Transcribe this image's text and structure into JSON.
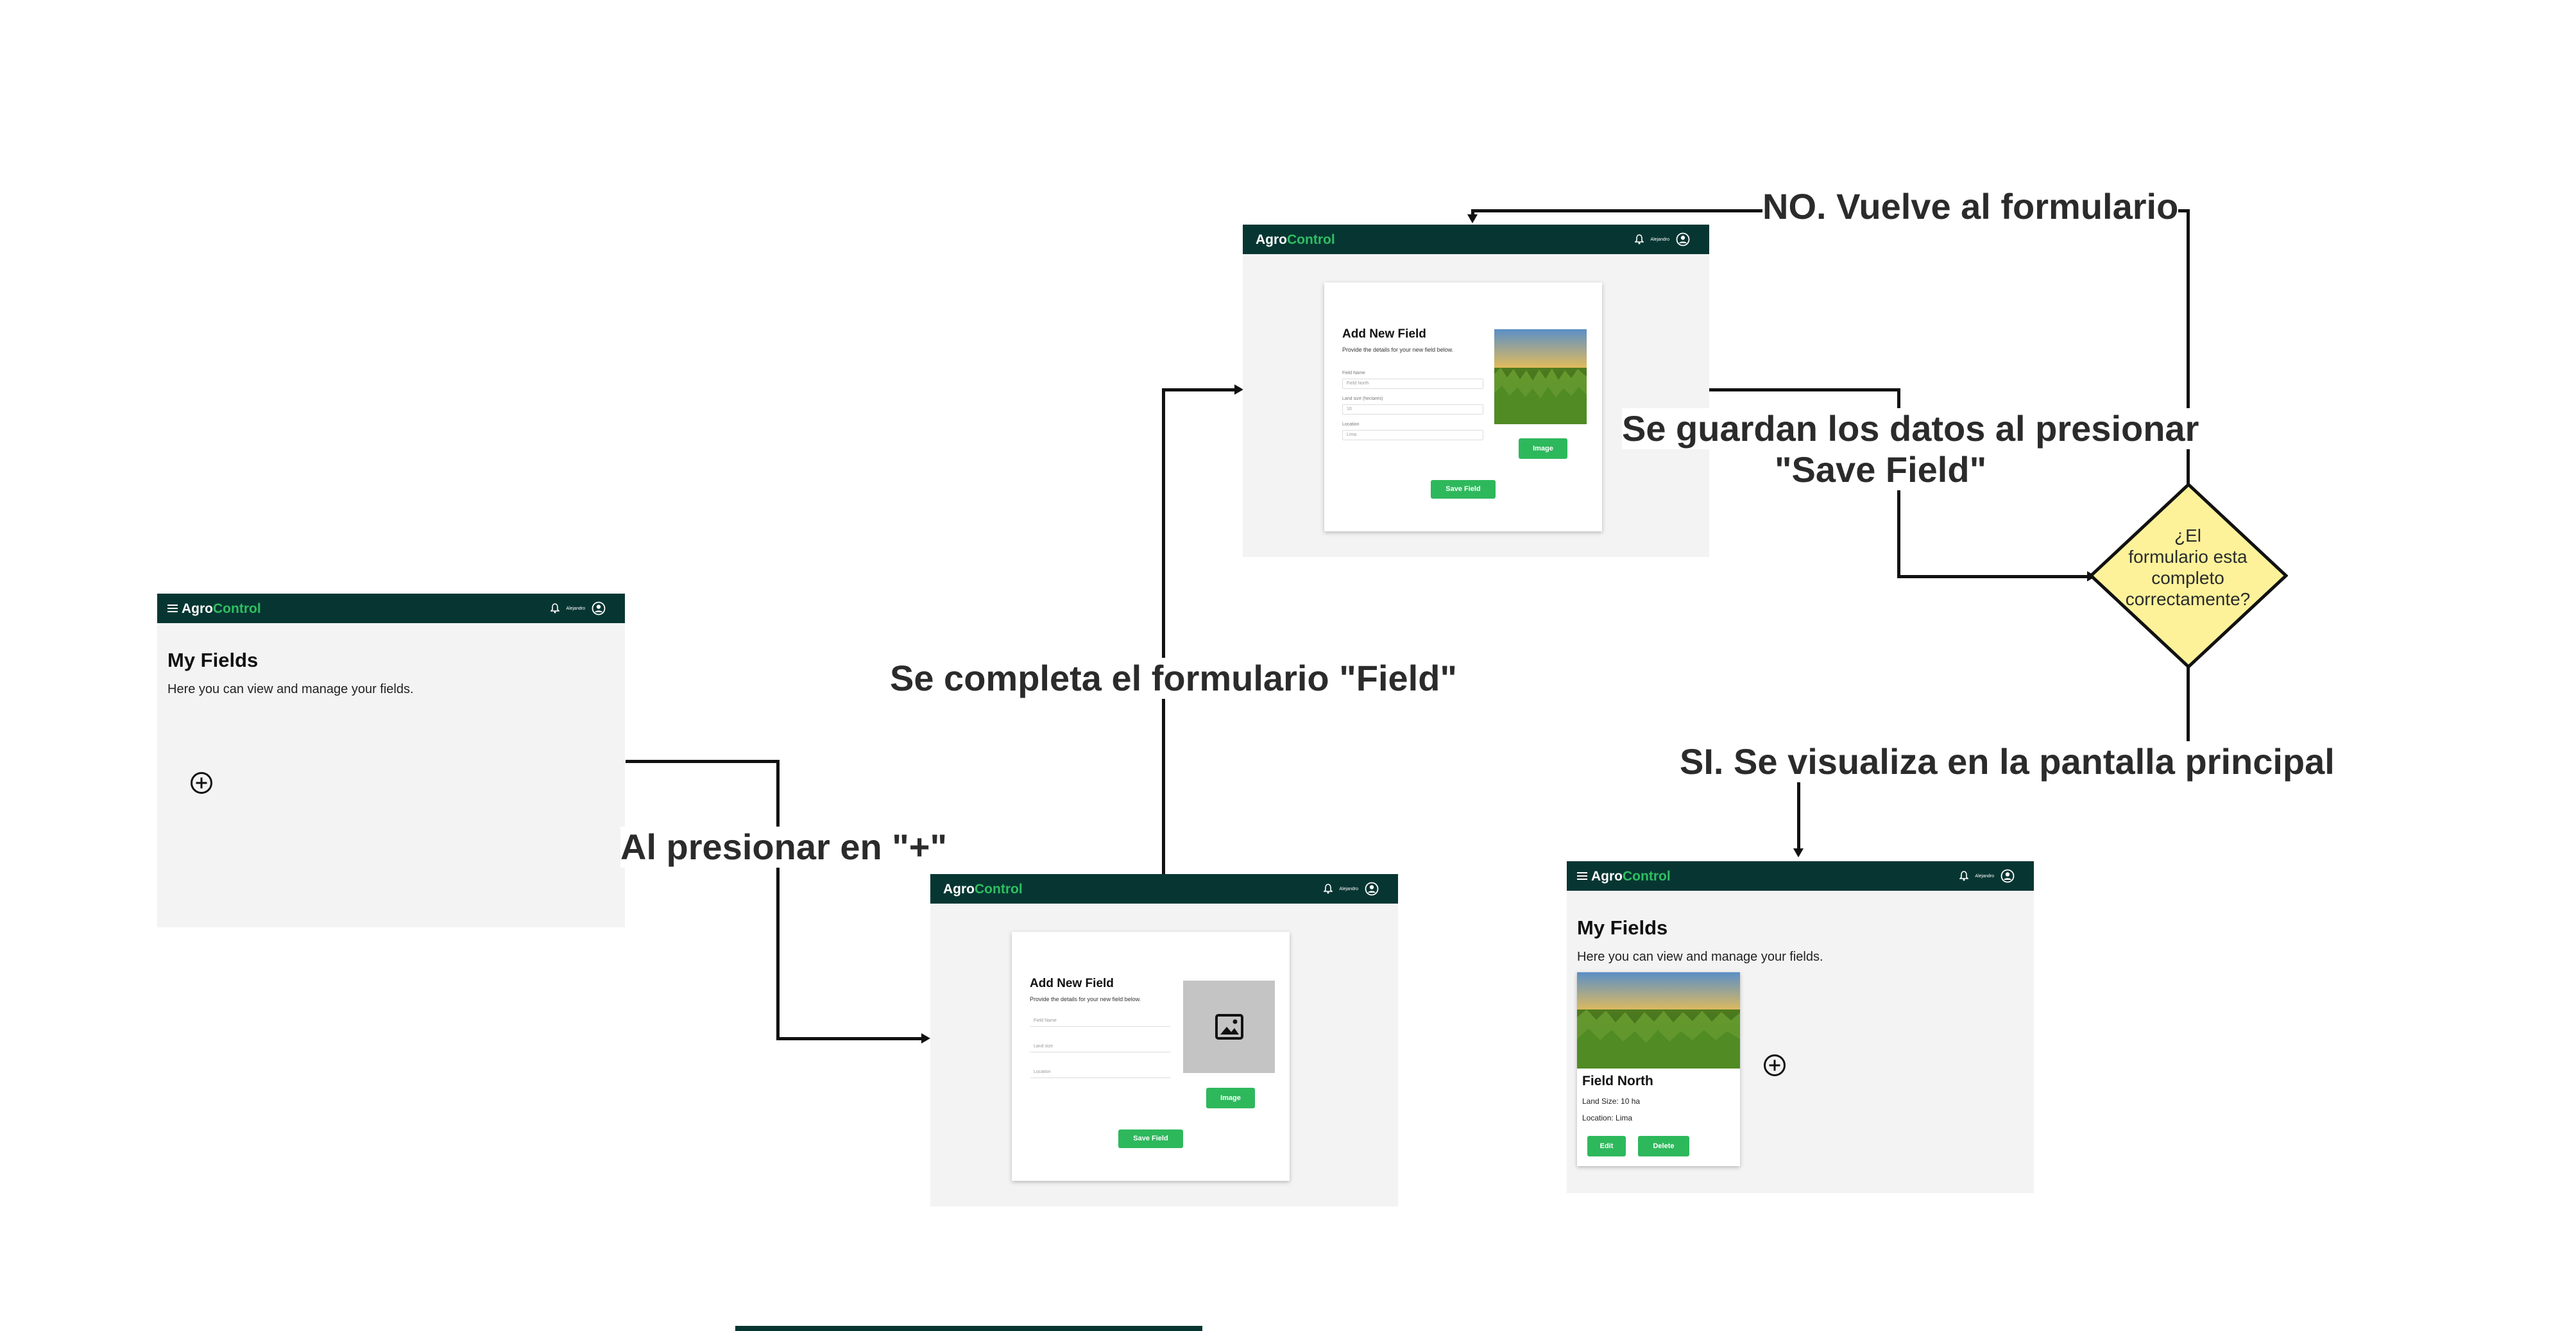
{
  "navbar": {
    "brand_first": "Agro",
    "brand_second": "Control",
    "user_name": "Alejandro"
  },
  "colors": {
    "navbar": "#073632",
    "brand_accent": "#2fbf62",
    "button": "#2eb85c",
    "decision_fill": "#fdf29a",
    "screen_bg": "#f3f3f3"
  },
  "icons": [
    "menu-icon",
    "bell-icon",
    "user-circle-icon",
    "plus-circle-icon",
    "image-placeholder-icon"
  ],
  "screen_my_fields_empty": {
    "title": "My Fields",
    "subtitle": "Here you can view and manage your fields."
  },
  "screen_form_empty": {
    "title": "Add New Field",
    "subtitle": "Provide the details for your new field below.",
    "placeholders": [
      "Field Name",
      "Land size",
      "Location"
    ],
    "image_button": "Image",
    "save_button": "Save Field"
  },
  "screen_form_filled": {
    "title": "Add New Field",
    "subtitle": "Provide the details for your new field below.",
    "labels": [
      "Field Name",
      "Land size (hectares)",
      "Location"
    ],
    "values": [
      "Field North",
      "10",
      "Lima"
    ],
    "image_button": "Image",
    "save_button": "Save Field"
  },
  "screen_my_fields_result": {
    "title": "My Fields",
    "subtitle": "Here you can view and manage your fields.",
    "card": {
      "name": "Field North",
      "land_size": "Land Size: 10 ha",
      "location": "Location: Lima",
      "edit_button": "Edit",
      "delete_button": "Delete"
    }
  },
  "flow_labels": {
    "press_plus": "Al presionar en \"+\"",
    "complete_form": "Se completa el formulario \"Field\"",
    "save_data_line1": "Se guardan los datos al presionar",
    "save_data_line2": "\"Save Field\"",
    "no_back": "NO. Vuelve al formulario",
    "yes_main": "SI. Se visualiza en la pantalla principal",
    "decision_line1": "¿El",
    "decision_line2": "formulario esta",
    "decision_line3": "completo",
    "decision_line4": "correctamente?"
  }
}
